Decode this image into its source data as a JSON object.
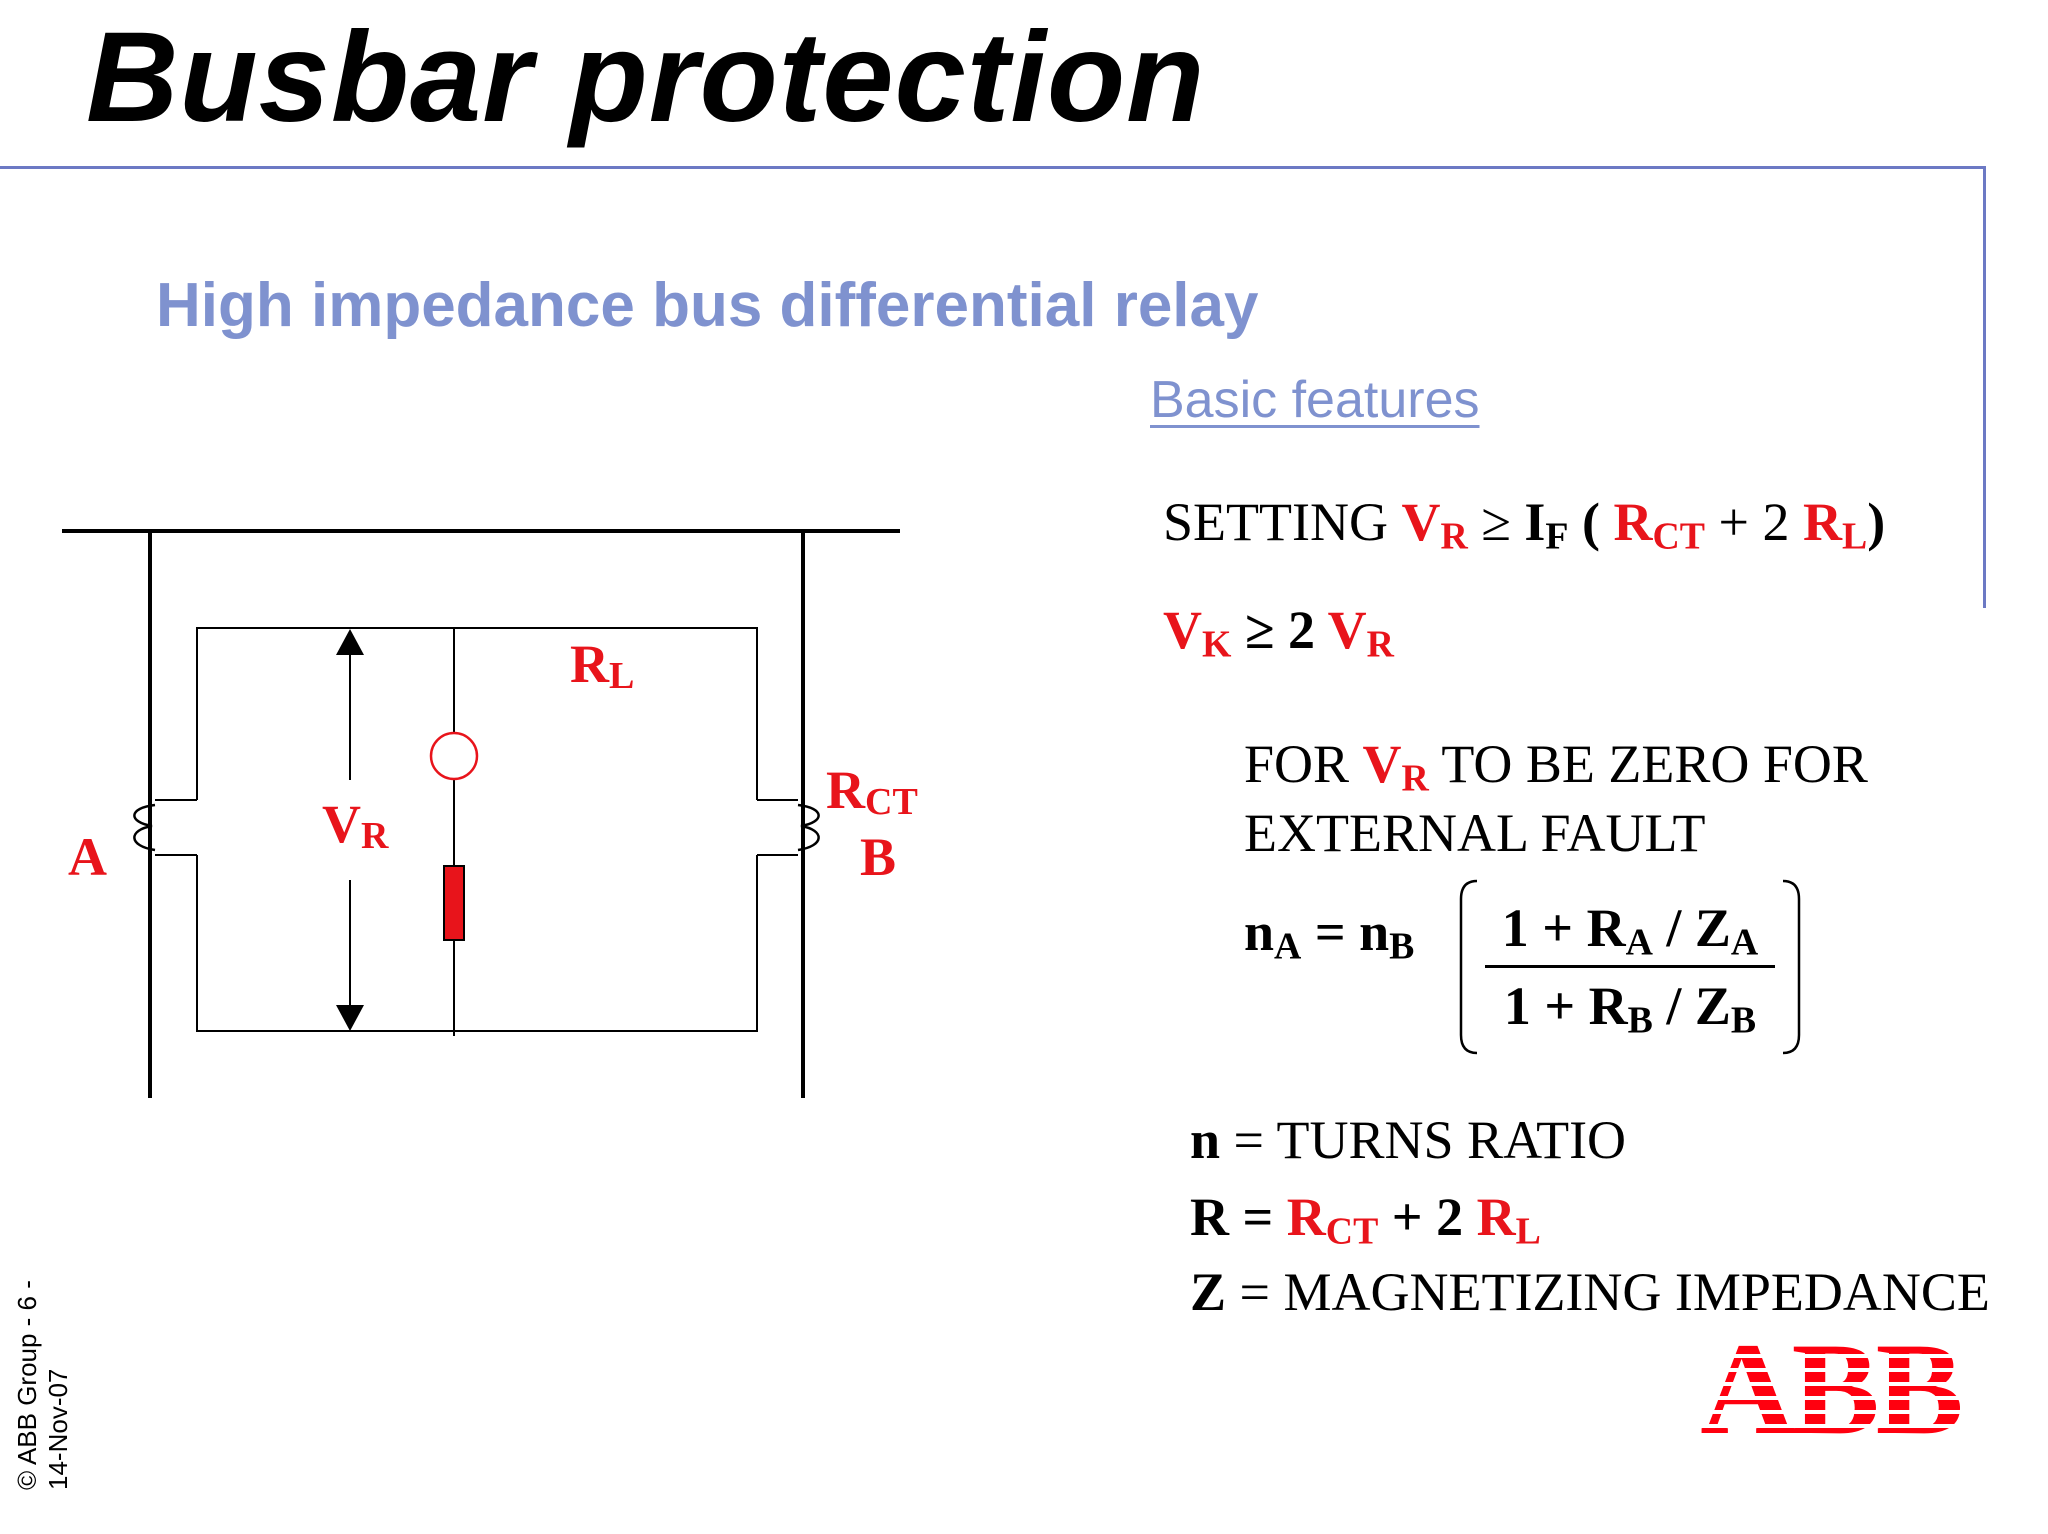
{
  "slide": {
    "title": "Busbar protection",
    "subtitle": "High impedance bus differential relay",
    "section_heading": "Basic features"
  },
  "formulas": {
    "setting": {
      "prefix": "SETTING ",
      "vr": "V",
      "vr_sub": "R",
      "ge": " ≥ ",
      "if": "I",
      "if_sub": "F",
      "open": " ( ",
      "rct": "R",
      "rct_sub": "CT",
      "plus": " + 2 ",
      "rl": "R",
      "rl_sub": "L",
      "close": ")"
    },
    "knee": {
      "vk": "V",
      "vk_sub": "K",
      "ge": " ≥ 2 ",
      "vr": "V",
      "vr_sub": "R"
    },
    "condition": {
      "line1_a": "FOR ",
      "vr": "V",
      "vr_sub": "R",
      "line1_b": " TO BE ZERO FOR",
      "line2": "EXTERNAL FAULT"
    },
    "ratio": {
      "na": "n",
      "na_sub": "A",
      "eq": " =  ",
      "nb": "n",
      "nb_sub": "B",
      "num_a": "1 + R",
      "num_a_sub": "A",
      "num_b": " / Z",
      "num_b_sub": "A",
      "den_a": "1 + R",
      "den_a_sub": "B",
      "den_b": " / Z",
      "den_b_sub": "B"
    }
  },
  "definitions": {
    "n": {
      "symbol": "n",
      "text": " = TURNS RATIO"
    },
    "r": {
      "symbol": "R = ",
      "rct": "R",
      "rct_sub": "CT",
      "plus": " + 2 ",
      "rl": "R",
      "rl_sub": "L"
    },
    "z": {
      "symbol": "Z",
      "text": " = MAGNETIZING IMPEDANCE"
    }
  },
  "diagram": {
    "label_rl": "R",
    "label_rl_sub": "L",
    "label_vr": "V",
    "label_vr_sub": "R",
    "label_rct": "R",
    "label_rct_sub": "CT",
    "label_a": "A",
    "label_b": "B"
  },
  "logo": {
    "text": "ABB",
    "color": "#ff000f"
  },
  "footer": {
    "copyright": "© ABB Group - 6 -",
    "date": "14-Nov-07"
  },
  "colors": {
    "accent": "#7f92cf",
    "rule": "#6c79c4",
    "highlight": "#e8141b"
  }
}
